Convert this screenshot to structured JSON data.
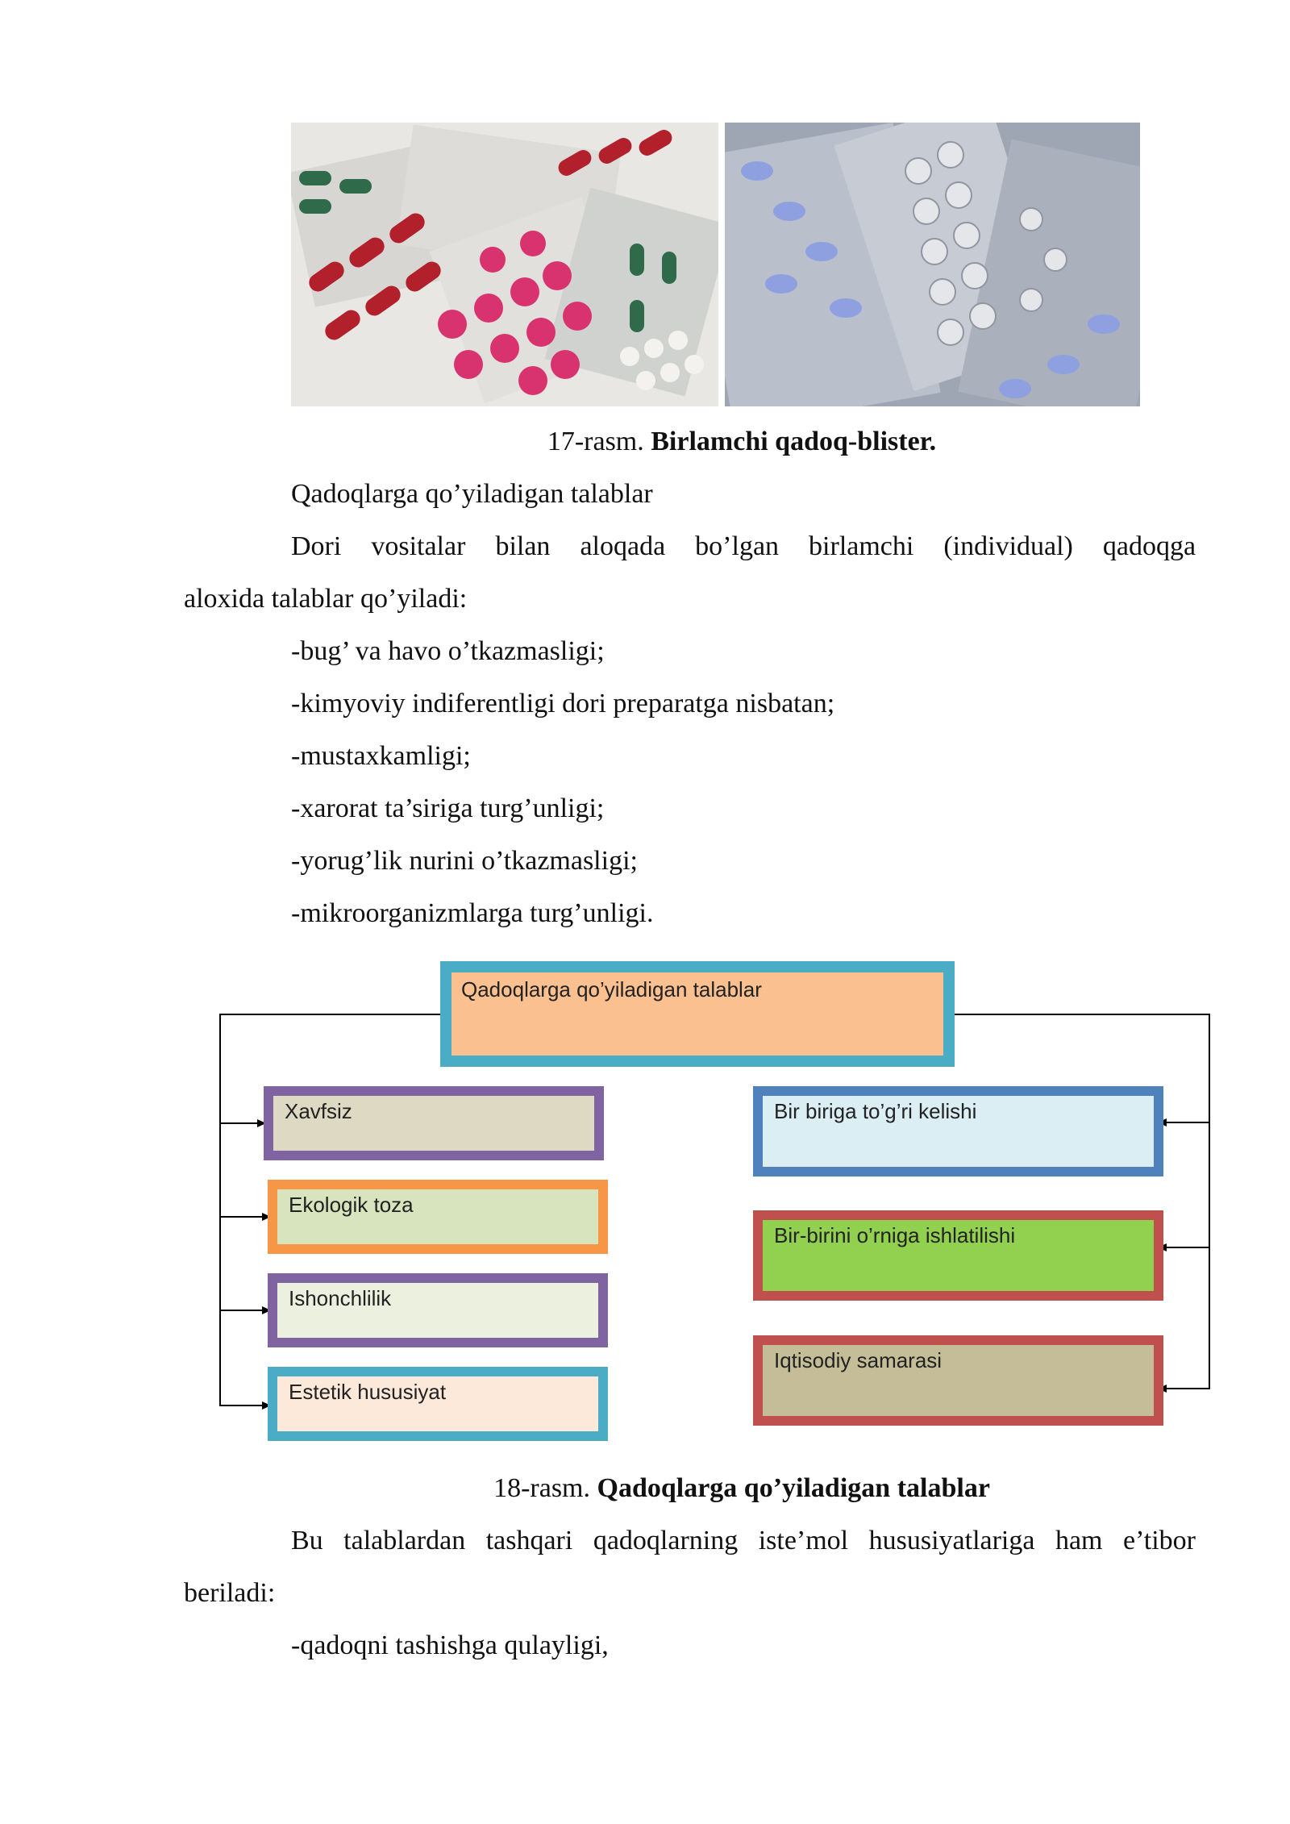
{
  "figure17": {
    "caption_prefix": "17-rasm.",
    "caption_bold": "Birlamchi qadoq-blister."
  },
  "section_heading": "Qadoqlarga qo’yiladigan talablar",
  "paragraph1": {
    "line1_words": [
      "Dori",
      "vositalar",
      "bilan",
      "aloqada",
      "bo’lgan",
      "birlamchi",
      "(individual)",
      "qadoqga"
    ],
    "line2": "aloxida talablar qo’yiladi:"
  },
  "requirements": [
    "-bug’ va havo o’tkazmasligi;",
    "-kimyoviy indiferentligi dori preparatga nisbatan;",
    "-mustaxkamligi;",
    "-xarorat ta’siriga turg’unligi;",
    "-yorug’lik nurini o’tkazmasligi;",
    "-mikroorganizmlarga turg’unligi."
  ],
  "diagram": {
    "top": "Qadoqlarga qo’yiladigan talablar",
    "left": [
      "Xavfsiz",
      "Ekologik toza",
      "Ishonchlilik",
      "Estetik hususiyat"
    ],
    "right": [
      "Bir biriga to’g’ri kelishi",
      "Bir-birini o’rniga ishlatilishi",
      "Iqtisodiy samarasi"
    ],
    "colors": {
      "top_border": "#4bacc6",
      "top_fill": "#fac090",
      "xavfsiz_border": "#8064a2",
      "xavfsiz_fill": "#ddd9c3",
      "ekologik_border": "#f79646",
      "ekologik_fill": "#d7e4bd",
      "ishonch_border": "#8064a2",
      "ishonch_fill": "#ebf1de",
      "estetik_border": "#4bacc6",
      "estetik_fill": "#fde9d9",
      "bir_border": "#4f81bd",
      "bir_fill": "#dbeef4",
      "birini_border": "#c0504d",
      "birini_fill": "#92d050",
      "iqtisod_border": "#c0504d",
      "iqtisod_fill": "#c4bd97"
    }
  },
  "figure18": {
    "caption_prefix": "18-rasm.",
    "caption_bold": "Qadoqlarga qo’yiladigan talablar"
  },
  "paragraph2": {
    "line1_words": [
      "Bu",
      "talablardan",
      "tashqari",
      "qadoqlarning",
      "iste’mol",
      "hususiyatlariga",
      "ham",
      "e’tibor"
    ],
    "line2": "beriladi:"
  },
  "last_item": "-qadoqni tashishga qulayligi,"
}
